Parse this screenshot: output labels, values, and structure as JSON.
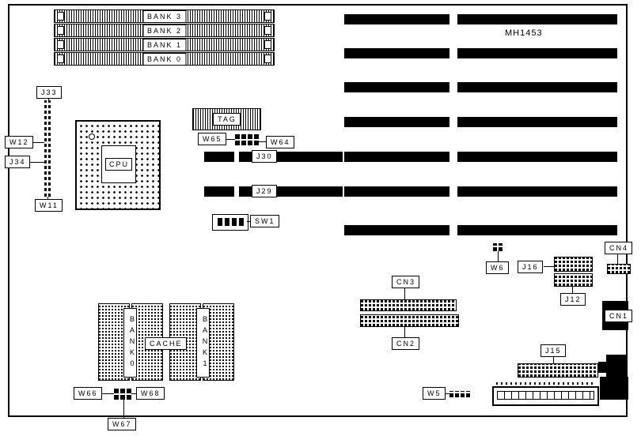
{
  "title": "MH1453",
  "memory_banks": [
    "BANK 3",
    "BANK 2",
    "BANK 1",
    "BANK 0"
  ],
  "labels": {
    "J33": "J33",
    "W12": "W12",
    "J34": "J34",
    "W11": "W11",
    "CPU": "CPU",
    "TAG": "TAG",
    "W65": "W65",
    "W64": "W64",
    "J30": "J30",
    "J29": "J29",
    "SW1": "SW1",
    "W6": "W6",
    "J16": "J16",
    "CN4": "CN4",
    "J12": "J12",
    "CN1": "CN1",
    "CN3": "CN3",
    "CN2": "CN2",
    "J15": "J15",
    "W5": "W5",
    "CACHE": "CACHE",
    "BANK0": "BANK0",
    "BANK1": "BANK1",
    "W66": "W66",
    "W68": "W68",
    "W67": "W67"
  }
}
